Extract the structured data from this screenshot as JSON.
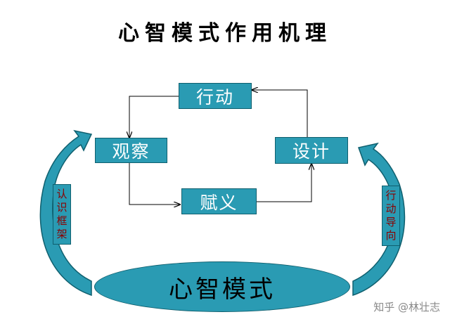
{
  "title": "心智模式作用机理",
  "nodes": {
    "action": "行动",
    "observe": "观察",
    "design": "设计",
    "assign": "赋义",
    "core": "心智模式"
  },
  "side_labels": {
    "left": "认\n识\n框\n架",
    "right": "行\n动\n导\n向"
  },
  "watermark": "知乎 @林壮志",
  "colors": {
    "box_fill": "#2a9bb3",
    "box_border": "#0f5f6e",
    "side_text": "#8b0000"
  }
}
